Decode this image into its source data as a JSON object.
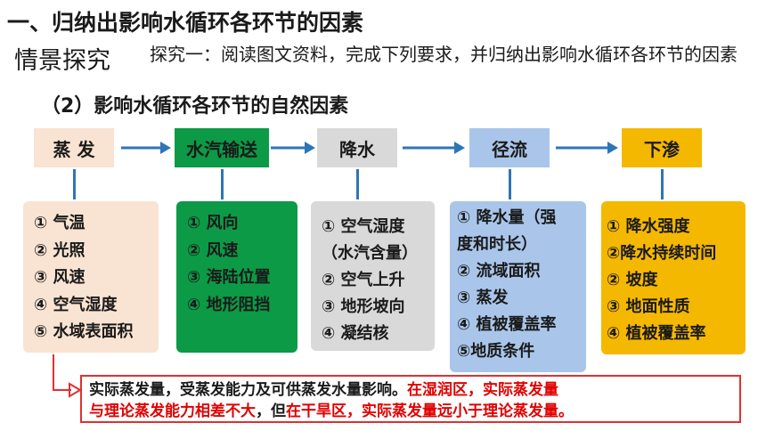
{
  "heading": "一、归纳出影响水循环各环节的因素",
  "scene_label": "情景探究",
  "task": "探究一：阅读图文资料，完成下列要求，并归纳出影响水循环各环节的因素",
  "subheading": "（2）影响水循环各环节的自然因素",
  "steps": [
    {
      "label": "蒸 发",
      "bg": "#f9e3d2"
    },
    {
      "label": "水汽输送",
      "bg": "#0c9a46"
    },
    {
      "label": "降水",
      "bg": "#d9d9d9"
    },
    {
      "label": "径流",
      "bg": "#a9c6ea"
    },
    {
      "label": "下渗",
      "bg": "#f5b800"
    }
  ],
  "arrow_color": "#2e75b6",
  "factors": [
    {
      "bg": "#f9e3d2",
      "items": [
        "① 气温",
        "② 光照",
        "③ 风速",
        "④ 空气湿度",
        "⑤ 水域表面积"
      ]
    },
    {
      "bg": "#0c9a46",
      "items": [
        "① 风向",
        "② 风速",
        "③ 海陆位置",
        "④ 地形阻挡"
      ]
    },
    {
      "bg": "#d9d9d9",
      "items": [
        "① 空气湿度",
        "（水汽含量）",
        "② 空气上升",
        "③ 地形坡向",
        "④ 凝结核"
      ]
    },
    {
      "bg": "#a9c6ea",
      "items": [
        "① 降水量（强",
        "度和时长）",
        "② 流域面积",
        "③ 蒸发",
        "④ 植被覆盖率",
        "⑤地质条件"
      ]
    },
    {
      "bg": "#f5b800",
      "items": [
        "① 降水强度",
        "②降水持续时间",
        "② 坡度",
        "③ 地面性质",
        "④ 植被覆盖率"
      ]
    }
  ],
  "callout": {
    "part1": "实际蒸发量，受蒸发能力及可供蒸发水量影响。",
    "part2": "在湿润区，实际蒸发量",
    "part3": "与理论蒸发能力相差不大",
    "part4": "，但",
    "part5": "在干旱区，实际蒸发量远小于理论蒸发量。"
  },
  "callout_colors": {
    "border": "#e03030",
    "emphasis": "#e00000"
  }
}
